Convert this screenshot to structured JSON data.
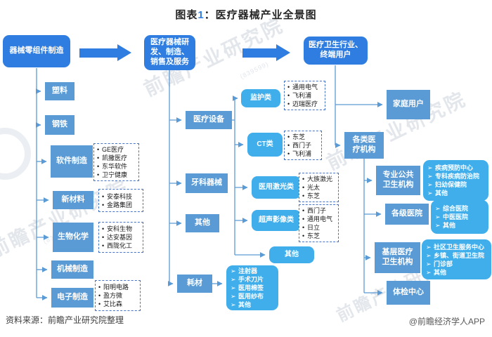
{
  "title": {
    "prefix": "图表",
    "number": "1",
    "suffix": "：医疗器械产业全景图"
  },
  "markers": {
    "dot": "•",
    "arrow": "➢"
  },
  "colors": {
    "primary_blue": "#2F7DE0",
    "box_blue": "#5B9BD5",
    "cyan": "#41AEEC",
    "dash_border": "#4472C4",
    "line": "#5B9BD5"
  },
  "watermark": {
    "text": "前瞻产业研究院",
    "code": "(839599)"
  },
  "flow": {
    "root_components": {
      "label": "器械零组件制造"
    },
    "root_manufacturing": {
      "label": "医疗器械研\n发、制造、\n销售及服务"
    },
    "root_endusers": {
      "label": "医疗卫生行业、\n终端用户"
    }
  },
  "components_branch": {
    "children": [
      {
        "label": "塑料"
      },
      {
        "label": "钢铁"
      },
      {
        "label": "软件制造",
        "companies": [
          "GE医疗",
          "凯撒医疗",
          "东华软件",
          "卫宁健康"
        ]
      },
      {
        "label": "新材料",
        "companies": [
          "安泰科技",
          "金路集团"
        ]
      },
      {
        "label": "生物化学",
        "companies": [
          "安科生物",
          "达安基因",
          "西陇化工"
        ]
      },
      {
        "label": "机械制造"
      },
      {
        "label": "电子制造",
        "companies": [
          "阳明电路",
          "盈方微",
          "艾比森"
        ]
      }
    ]
  },
  "manufacturing_branch": {
    "children": [
      {
        "label": "医疗设备",
        "subcategories": [
          {
            "label": "监护类",
            "companies": [
              "通用电气",
              "飞利浦",
              "迈瑞医疗"
            ]
          },
          {
            "label": "CT类",
            "companies": [
              "东芝",
              "西门子",
              "飞利浦"
            ]
          },
          {
            "label": "医用激光类",
            "companies": [
              "大族激光",
              "光太",
              "东芝"
            ]
          },
          {
            "label": "超声影像类",
            "companies": [
              "西门子",
              "通用电气",
              "日立",
              "东芝"
            ]
          },
          {
            "label": "其他"
          }
        ]
      },
      {
        "label": "牙科器械"
      },
      {
        "label": "其他"
      },
      {
        "label": "耗材",
        "products": [
          "注射器",
          "手术刀片",
          "医用棉签",
          "医用纱布",
          "其他"
        ]
      }
    ]
  },
  "endusers_branch": {
    "children": [
      {
        "label": "家庭用户"
      },
      {
        "label": "各类医\n疗机构",
        "subcategories": [
          {
            "label": "专业公共\n卫生机构",
            "items": [
              "疾病预防中心",
              "专科疾病防治院",
              "妇幼保健院",
              "其他"
            ]
          },
          {
            "label": "各级医院",
            "items": [
              "综合医院",
              "中医医院",
              "其他"
            ]
          },
          {
            "label": "基层医疗\n卫生机构",
            "items": [
              "社区卫生服务中心",
              "乡镇、街道卫生院",
              "门诊部",
              "其他"
            ]
          },
          {
            "label": "体检中心"
          }
        ]
      }
    ]
  },
  "footer": {
    "source": "资料来源：前瞻产业研究院整理",
    "credit": "@前瞻经济学人APP"
  }
}
